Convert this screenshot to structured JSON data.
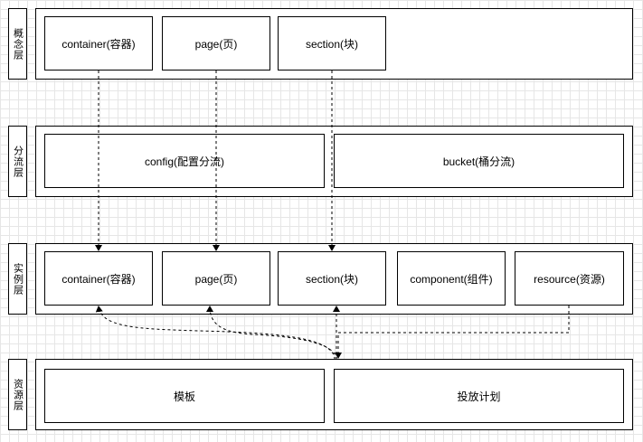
{
  "layers": {
    "concept": "概念层",
    "routing": "分流层",
    "instance": "实例层",
    "resource": "资源层"
  },
  "concept": {
    "container": "container(容器)",
    "page": "page(页)",
    "section": "section(块)"
  },
  "routing": {
    "config": "config(配置分流)",
    "bucket": "bucket(桶分流)"
  },
  "instance": {
    "container": "container(容器)",
    "page": "page(页)",
    "section": "section(块)",
    "component": "component(组件)",
    "resource": "resource(资源)"
  },
  "resource": {
    "template": "模板",
    "plan": "投放计划"
  }
}
